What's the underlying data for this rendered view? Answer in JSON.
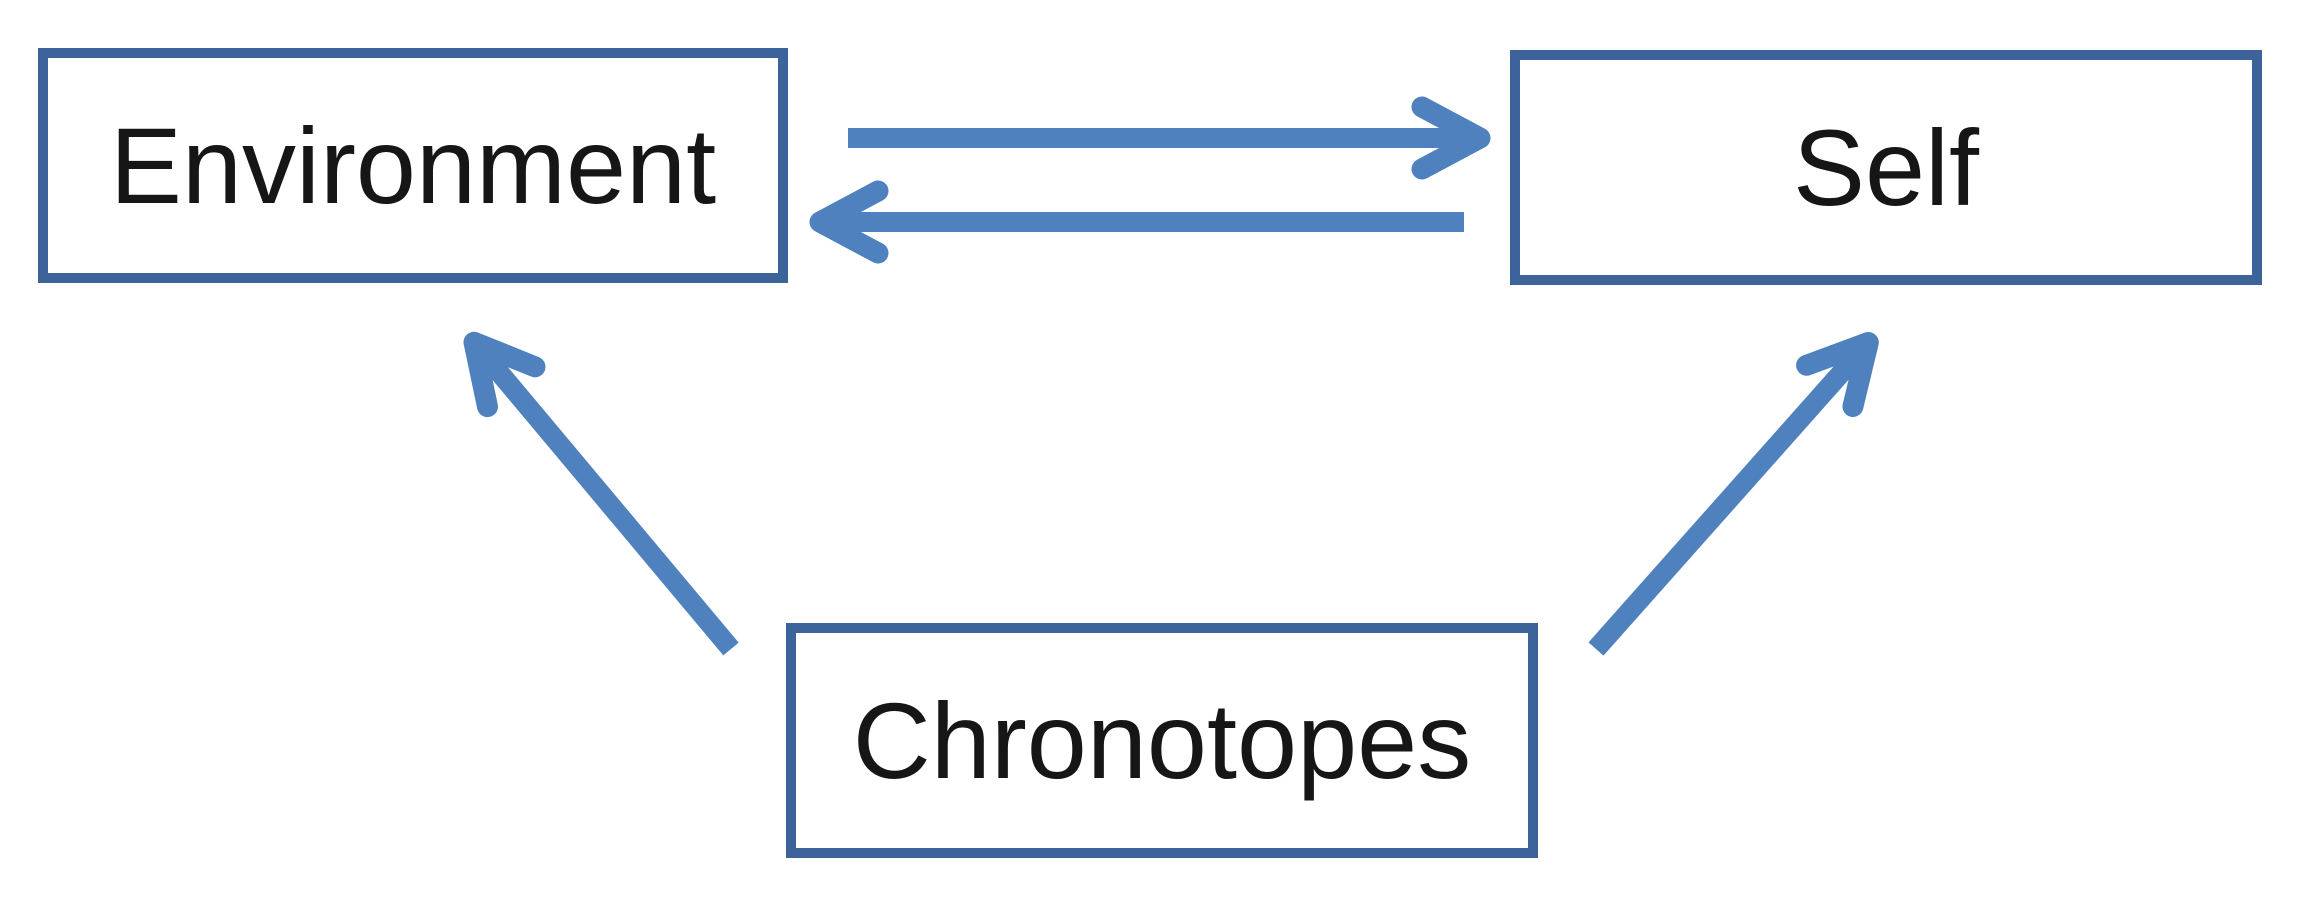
{
  "diagram": {
    "title": "Chronotopes relation diagram",
    "colors": {
      "arrow": "#4e81bd",
      "box-border": "#3d639b",
      "text": "#161616",
      "background": "#ffffff"
    },
    "nodes": [
      {
        "id": "environment",
        "label": "Environment",
        "position": "top-left"
      },
      {
        "id": "self",
        "label": "Self",
        "position": "top-right"
      },
      {
        "id": "chronotopes",
        "label": "Chronotopes",
        "position": "bottom-center"
      }
    ],
    "edges": [
      {
        "from": "environment",
        "to": "self",
        "direction": "right",
        "style": "open-arrow"
      },
      {
        "from": "self",
        "to": "environment",
        "direction": "left",
        "style": "open-arrow"
      },
      {
        "from": "chronotopes",
        "to": "environment",
        "direction": "up-left",
        "style": "open-arrow"
      },
      {
        "from": "chronotopes",
        "to": "self",
        "direction": "up-right",
        "style": "open-arrow"
      }
    ]
  }
}
